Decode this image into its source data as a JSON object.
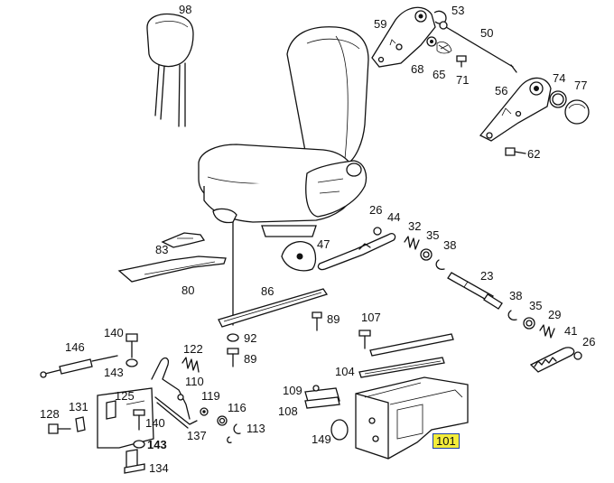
{
  "labels": {
    "l98": "98",
    "l59": "59",
    "l53": "53",
    "l50": "50",
    "l68": "68",
    "l65": "65",
    "l71": "71",
    "l56": "56",
    "l74": "74",
    "l77": "77",
    "l62": "62",
    "l26a": "26",
    "l44": "44",
    "l32a": "32",
    "l35a": "35",
    "l38a": "38",
    "l47": "47",
    "l83": "83",
    "l80": "80",
    "l86": "86",
    "l23": "23",
    "l38b": "38",
    "l35b": "35",
    "l29": "29",
    "l41": "41",
    "l26b": "26",
    "l140a": "140",
    "l89a": "89",
    "l107": "107",
    "l92": "92",
    "l146": "146",
    "l122": "122",
    "l89b": "89",
    "l143a": "143",
    "l110": "110",
    "l104": "104",
    "l125": "125",
    "l119": "119",
    "l131": "131",
    "l116": "116",
    "l109": "109",
    "l128": "128",
    "l140b": "140",
    "l113": "113",
    "l108": "108",
    "l137": "137",
    "l143b": "143",
    "l149": "149",
    "l101": "101",
    "l134": "134"
  }
}
